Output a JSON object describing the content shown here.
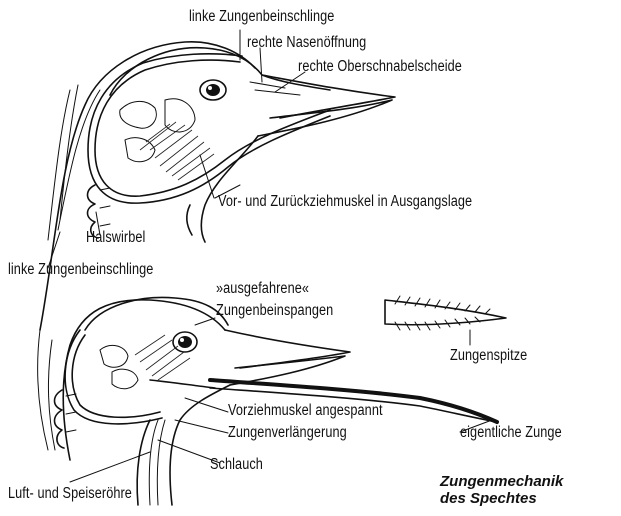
{
  "labels": {
    "top_tongue_loop": "linke Zungenbeinschlinge",
    "right_nostril": "rechte Nasenöffnung",
    "right_upper_sheath": "rechte Oberschnabelscheide",
    "retractor_muscle": "Vor- und Zurückziehmuskel in Ausgangslage",
    "neck_vertebra": "Halswirbel",
    "mid_tongue_loop": "linke Zungenbeinschlinge",
    "extended_clasps_1": "»ausgefahrene«",
    "extended_clasps_2": "Zungenbeinspangen",
    "tongue_tip": "Zungenspitze",
    "protractor_tensed": "Vorziehmuskel angespannt",
    "tongue_extension": "Zungenverlängerung",
    "sheath_tube": "Schlauch",
    "actual_tongue": "eigentliche Zunge",
    "airway_esophagus": "Luft- und Speiseröhre"
  },
  "caption": {
    "line1": "Zungenmechanik",
    "line2": "des Spechtes"
  }
}
